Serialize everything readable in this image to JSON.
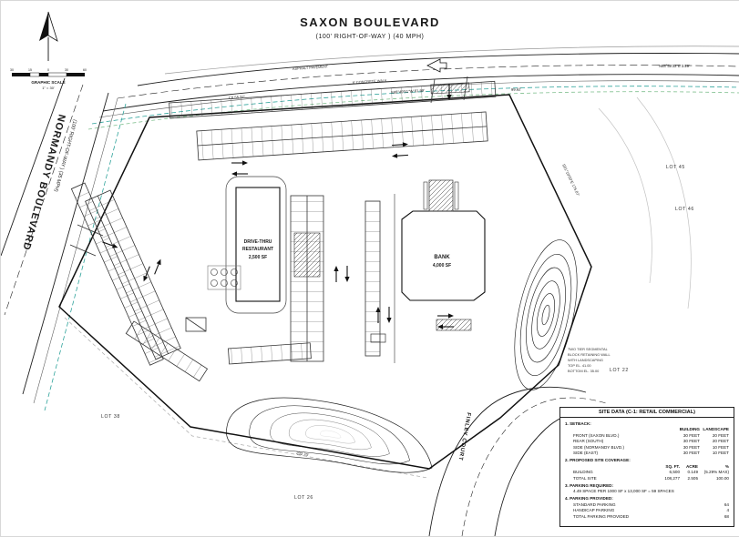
{
  "roads": {
    "saxon": {
      "name": "SAXON BOULEVARD",
      "spec": "(100' RIGHT-OF-WAY ) (40 MPH)"
    },
    "normandy": {
      "name": "NORMANDY BOULEVARD",
      "spec": "(100' RIGHT-OF-WAY ) (35 MPH)"
    },
    "finley": {
      "name": "FINLEY COURT"
    }
  },
  "scale_bar": {
    "label": "GRAPHIC SCALE",
    "ratio": "1\" = 30'",
    "ticks": [
      "30",
      "15",
      "0",
      "30",
      "60"
    ]
  },
  "buildings": {
    "restaurant": {
      "name_line1": "DRIVE-THRU",
      "name_line2": "RESTAURANT",
      "area": "2,500 SF"
    },
    "bank": {
      "name": "BANK",
      "area": "4,000 SF"
    }
  },
  "lots": {
    "lot45": "LOT 45",
    "lot46": "LOT 46",
    "lot22": "LOT 22",
    "lot38": "LOT 38",
    "lot26": "LOT 26"
  },
  "annotations": {
    "asphalt": "ASPHALT PAVEMENT",
    "concrete_walk": "6' CONCRETE WALK",
    "bearing_top_right": "N68°58'22\"E  3.29'",
    "curve_dim": "C8  55.37'",
    "bearing_top": "S88°49'51\"W  81.99'",
    "dim_top_right": "99.62'",
    "bearing_east": "S01°10'09\"E  175.07'",
    "dim_bottom": "232.70'",
    "wall_note_lines": [
      "TWO TIER SEGMENTAL",
      "BLOCK RETAINING WALL",
      "WITH LANDSCAPING",
      "TOP EL. 41.00",
      "BOTTOM EL. 35.00"
    ]
  },
  "site_data": {
    "title": "SITE DATA (C-1: RETAIL COMMERCIAL)",
    "setback": {
      "heading": "1.  SETBACK:",
      "col1": "BUILDING",
      "col2": "LANDSCAPE",
      "rows": [
        {
          "label": "FRONT (SAXON BLVD.)",
          "building": "30 FEET",
          "landscape": "20 FEET"
        },
        {
          "label": "REAR (SOUTH)",
          "building": "30 FEET",
          "landscape": "20 FEET"
        },
        {
          "label": "SIDE (NORMANDY BLVD.)",
          "building": "30 FEET",
          "landscape": "10 FEET"
        },
        {
          "label": "SIDE (EAST)",
          "building": "30 FEET",
          "landscape": "10 FEET"
        }
      ]
    },
    "coverage": {
      "heading": "2.  PROPOSED SITE COVERAGE:",
      "col1": "SQ. FT.",
      "col2": "ACRE",
      "col3": "%",
      "rows": [
        {
          "label": "BUILDING",
          "sqft": "6,500",
          "acre": "0.149",
          "pct": "(5.29% MAX)"
        },
        {
          "label": "TOTAL SITE",
          "sqft": "108,277",
          "acre": "2.505",
          "pct": "100.00"
        }
      ]
    },
    "parking_required": {
      "heading": "3.  PARKING REQUIRED:",
      "detail": "4.49 SPACE PER 1000 SF x 13,000 SF = 59 SPACES"
    },
    "parking_provided": {
      "heading": "4.  PARKING PROVIDED:",
      "rows": [
        {
          "label": "STANDARD PARKING",
          "value": "64"
        },
        {
          "label": "HANDICAP PARKING",
          "value": "4"
        },
        {
          "label": "TOTAL PARKING PROVIDED",
          "value": "68"
        }
      ]
    }
  },
  "colors": {
    "line": "#1f1f1f",
    "utility_teal": "#2fa39b",
    "utility_green": "#7fbf8e"
  }
}
